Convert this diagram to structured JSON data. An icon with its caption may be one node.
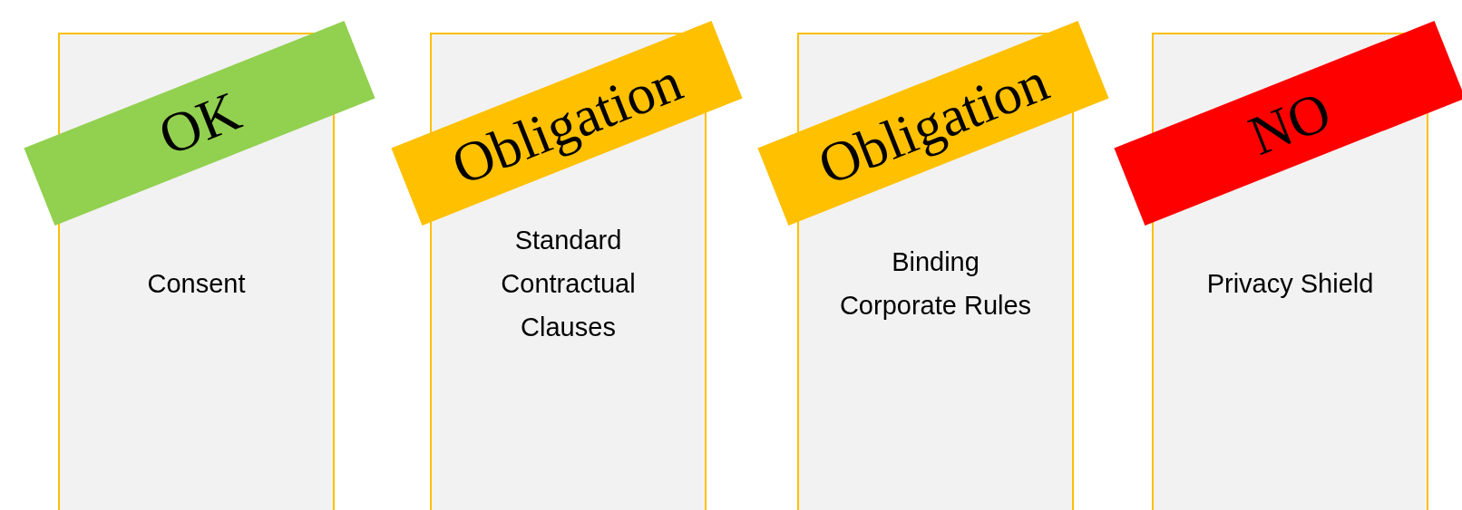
{
  "diagram": {
    "nodes": [
      {
        "text": [
          "Consent"
        ]
      },
      {
        "text": [
          "Standard Contractual Clauses"
        ]
      },
      {
        "text": [
          "Binding Corporate Rules"
        ]
      },
      {
        "text": [
          "Privacy Shield"
        ]
      },
      {
        "text": [
          "OK"
        ]
      },
      {
        "text": [
          "Obligation"
        ]
      },
      {
        "text": [
          "Obligation"
        ]
      },
      {
        "text": [
          "NO"
        ]
      }
    ]
  }
}
